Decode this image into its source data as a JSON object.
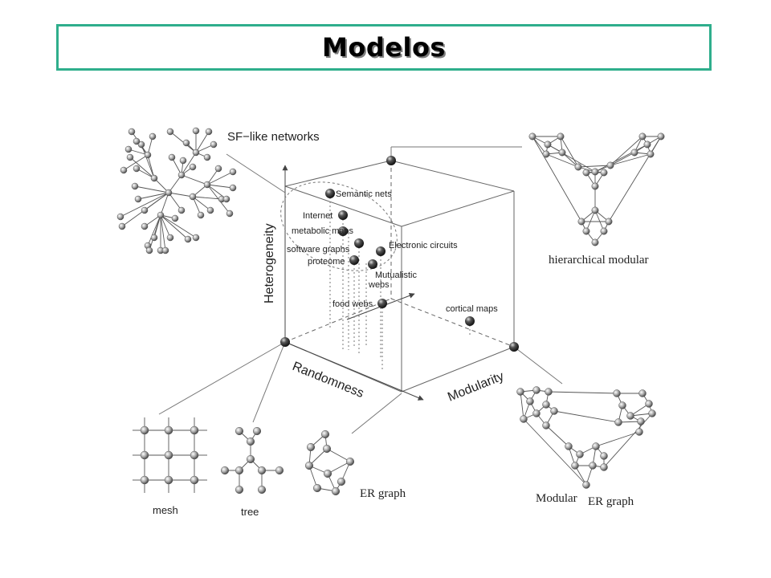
{
  "title": "Modelos",
  "labels": {
    "sf_like": "SF−like networks",
    "hierarchical_modular": "hierarchical modular",
    "heterogeneity": "Heterogeneity",
    "randomness": "Randomness",
    "modularity": "Modularity",
    "mesh": "mesh",
    "tree": "tree",
    "er_graph": "ER graph",
    "modular": "Modular",
    "modular_er_graph": "ER graph"
  },
  "points": {
    "semantic_nets": "Semantic nets",
    "internet": "Internet",
    "metabolic_maps": "metabolic maps",
    "electronic_circuits": "Electronic circuits",
    "software_graphs": "software graphs",
    "proteome": "proteome",
    "mutualistic": "Mutualistic",
    "webs": "webs",
    "food_webs": "food webs",
    "cortical_maps": "cortical maps"
  },
  "colors": {
    "title_border": "#2fae8c",
    "node_fill": "#a0a0a0",
    "point_fill": "#303030"
  }
}
